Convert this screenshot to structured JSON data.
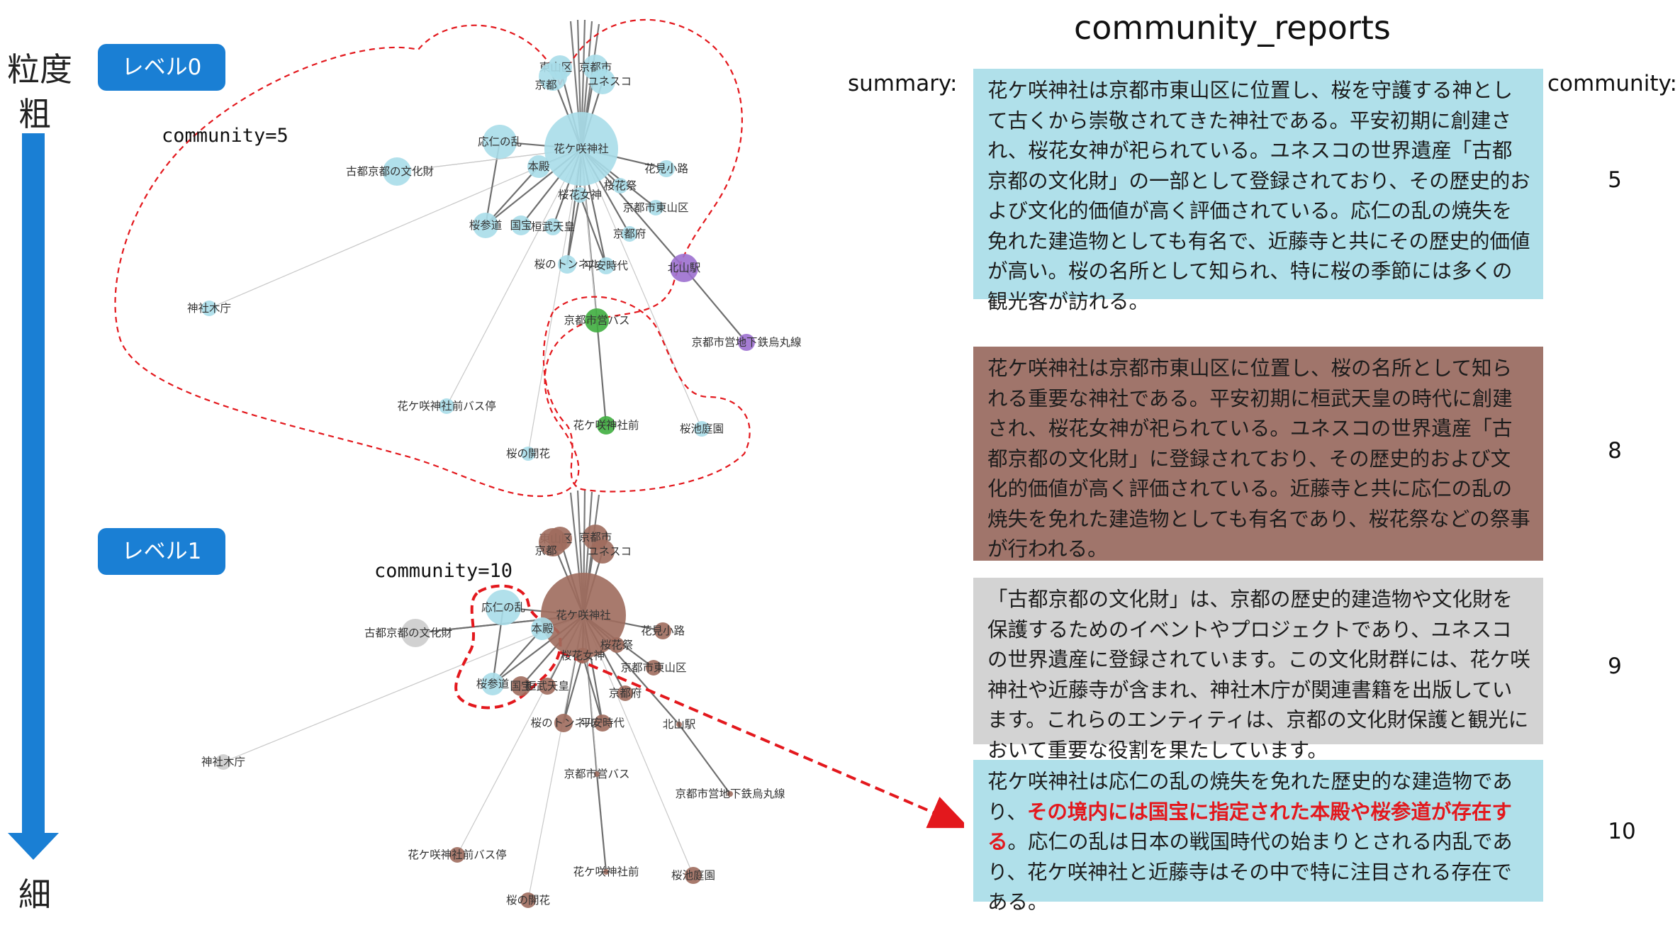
{
  "axis": {
    "top_label": "粒度",
    "coarse_label": "粗",
    "fine_label": "細"
  },
  "levels": [
    {
      "label": "レベル0",
      "community_label": "community=5"
    },
    {
      "label": "レベル1",
      "community_label": "community=10"
    }
  ],
  "report_panel": {
    "title": "community_reports",
    "summary_header": "summary:",
    "community_header": "community:",
    "reports": [
      {
        "community": "5",
        "bg": "#b0e0ea",
        "summary": "花ケ咲神社は京都市東山区に位置し、桜を守護する神として古くから崇敬されてきた神社である。平安初期に創建され、桜花女神が祀られている。ユネスコの世界遺産「古都京都の文化財」の一部として登録されており、その歴史的および文化的価値が高く評価されている。応仁の乱の焼失を免れた建造物としても有名で、近藤寺と共にその歴史的価値が高い。桜の名所として知られ、特に桜の季節には多くの観光客が訪れる。"
      },
      {
        "community": "8",
        "bg": "#a0756b",
        "summary": "花ケ咲神社は京都市東山区に位置し、桜の名所として知られる重要な神社である。平安初期に桓武天皇の時代に創建され、桜花女神が祀られている。ユネスコの世界遺産「古都京都の文化財」に登録されており、その歴史的および文化的価値が高く評価されている。近藤寺と共に応仁の乱の焼失を免れた建造物としても有名であり、桜花祭などの祭事が行われる。"
      },
      {
        "community": "9",
        "bg": "#d3d3d3",
        "summary": "「古都京都の文化財」は、京都の歴史的建造物や文化財を保護するためのイベントやプロジェクトであり、ユネスコの世界遺産に登録されています。この文化財群には、花ケ咲神社や近藤寺が含まれ、神社木庁が関連書籍を出版しています。これらのエンティティは、京都の文化財保護と観光において重要な役割を果たしています。"
      },
      {
        "community": "10",
        "bg": "#b0e0ea",
        "summary_parts": [
          {
            "text": "花ケ咲神社は応仁の乱の焼失を免れた歴史的な建造物であり、",
            "highlight": false
          },
          {
            "text": "その境内には国宝に指定された本殿や桜参道が存在する",
            "highlight": true
          },
          {
            "text": "。応仁の乱は日本の戦国時代の始まりとされる内乱であり、花ケ咲神社と近藤寺はその中で特に注目される存在である。",
            "highlight": false
          }
        ]
      }
    ]
  },
  "colors": {
    "blue_node": "#a8dde9",
    "brown_node": "#9e6b5d",
    "gray_node": "#cccccc",
    "green_node": "#3fae3f",
    "purple_node": "#9c6fcf",
    "accent_blue": "#1a7fd4",
    "highlight_red": "#e3181d"
  },
  "graph_level0": [
    {
      "label": "東山区",
      "color": "blue"
    },
    {
      "label": "京都市",
      "color": "blue"
    },
    {
      "label": "京都",
      "color": "blue"
    },
    {
      "label": "ユネスコ",
      "color": "blue"
    },
    {
      "label": "花ケ咲神社",
      "color": "blue"
    },
    {
      "label": "応仁の乱",
      "color": "blue"
    },
    {
      "label": "本殿",
      "color": "blue"
    },
    {
      "label": "古都京都の文化財",
      "color": "blue"
    },
    {
      "label": "花見小路",
      "color": "blue"
    },
    {
      "label": "桜花祭",
      "color": "blue"
    },
    {
      "label": "桜花女神",
      "color": "blue"
    },
    {
      "label": "京都市東山区",
      "color": "blue"
    },
    {
      "label": "桜参道",
      "color": "blue"
    },
    {
      "label": "国宝",
      "color": "blue"
    },
    {
      "label": "桓武天皇",
      "color": "blue"
    },
    {
      "label": "京都府",
      "color": "blue"
    },
    {
      "label": "桜のトンネル",
      "color": "blue"
    },
    {
      "label": "平安時代",
      "color": "blue"
    },
    {
      "label": "北山駅",
      "color": "purple"
    },
    {
      "label": "神社木庁",
      "color": "blue"
    },
    {
      "label": "京都市営バス",
      "color": "green"
    },
    {
      "label": "京都市営地下鉄烏丸線",
      "color": "purple"
    },
    {
      "label": "花ケ咲神社前バス停",
      "color": "blue"
    },
    {
      "label": "花ケ咲神社前",
      "color": "green"
    },
    {
      "label": "桜池庭園",
      "color": "blue"
    },
    {
      "label": "桜の開花",
      "color": "blue"
    }
  ],
  "graph_level1": [
    {
      "label": "東山区",
      "color": "brown"
    },
    {
      "label": "京都市",
      "color": "brown"
    },
    {
      "label": "京都",
      "color": "brown"
    },
    {
      "label": "ユネスコ",
      "color": "brown"
    },
    {
      "label": "花ケ咲神社",
      "color": "brown"
    },
    {
      "label": "応仁の乱",
      "color": "blue"
    },
    {
      "label": "本殿",
      "color": "blue"
    },
    {
      "label": "古都京都の文化財",
      "color": "gray"
    },
    {
      "label": "花見小路",
      "color": "brown"
    },
    {
      "label": "桜花祭",
      "color": "brown"
    },
    {
      "label": "桜花女神",
      "color": "brown"
    },
    {
      "label": "京都市東山区",
      "color": "brown"
    },
    {
      "label": "桜参道",
      "color": "blue"
    },
    {
      "label": "国宝",
      "color": "brown"
    },
    {
      "label": "桓武天皇",
      "color": "brown"
    },
    {
      "label": "京都府",
      "color": "brown"
    },
    {
      "label": "桜のトンネル",
      "color": "brown"
    },
    {
      "label": "平安時代",
      "color": "brown"
    },
    {
      "label": "北山駅",
      "color": "brown"
    },
    {
      "label": "神社木庁",
      "color": "gray"
    },
    {
      "label": "京都市営バス",
      "color": "brown"
    },
    {
      "label": "京都市営地下鉄烏丸線",
      "color": "brown"
    },
    {
      "label": "花ケ咲神社前バス停",
      "color": "brown"
    },
    {
      "label": "花ケ咲神社前",
      "color": "brown"
    },
    {
      "label": "桜池庭園",
      "color": "brown"
    },
    {
      "label": "桜の開花",
      "color": "brown"
    }
  ]
}
